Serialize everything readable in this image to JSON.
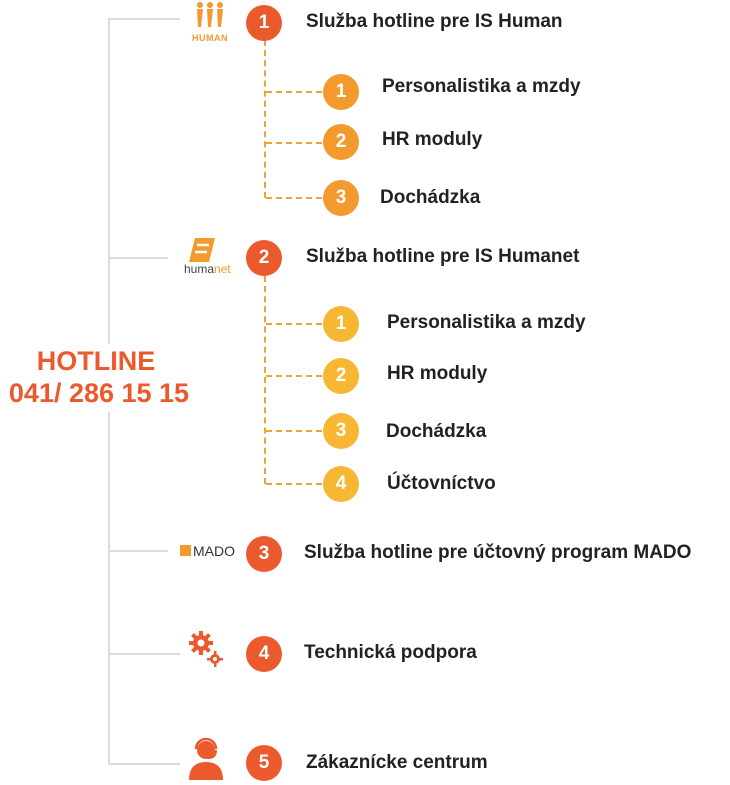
{
  "hotline": {
    "title": "HOTLINE",
    "phone": "041/ 286 15 15"
  },
  "logos": {
    "human": "HUMAN",
    "humanet_a": "huma",
    "humanet_b": "net",
    "mado": "MADO"
  },
  "services": [
    {
      "number": "1",
      "label": "Služba hotline pre IS Human",
      "subitems": [
        {
          "number": "1",
          "label": "Personalistika a mzdy"
        },
        {
          "number": "2",
          "label": "HR moduly"
        },
        {
          "number": "3",
          "label": "Dochádzka"
        }
      ]
    },
    {
      "number": "2",
      "label": "Služba hotline pre IS Humanet",
      "subitems": [
        {
          "number": "1",
          "label": "Personalistika a mzdy"
        },
        {
          "number": "2",
          "label": "HR moduly"
        },
        {
          "number": "3",
          "label": "Dochádzka"
        },
        {
          "number": "4",
          "label": "Účtovníctvo"
        }
      ]
    },
    {
      "number": "3",
      "label": "Služba hotline pre účtovný program MADO"
    },
    {
      "number": "4",
      "label": "Technická podpora"
    },
    {
      "number": "5",
      "label": "Zákaznícke centrum"
    }
  ],
  "colors": {
    "main": "#ea5a2c",
    "sub_human": "#f39a2e",
    "sub_humanet": "#f7b733",
    "connector": "#dcdcdc"
  }
}
